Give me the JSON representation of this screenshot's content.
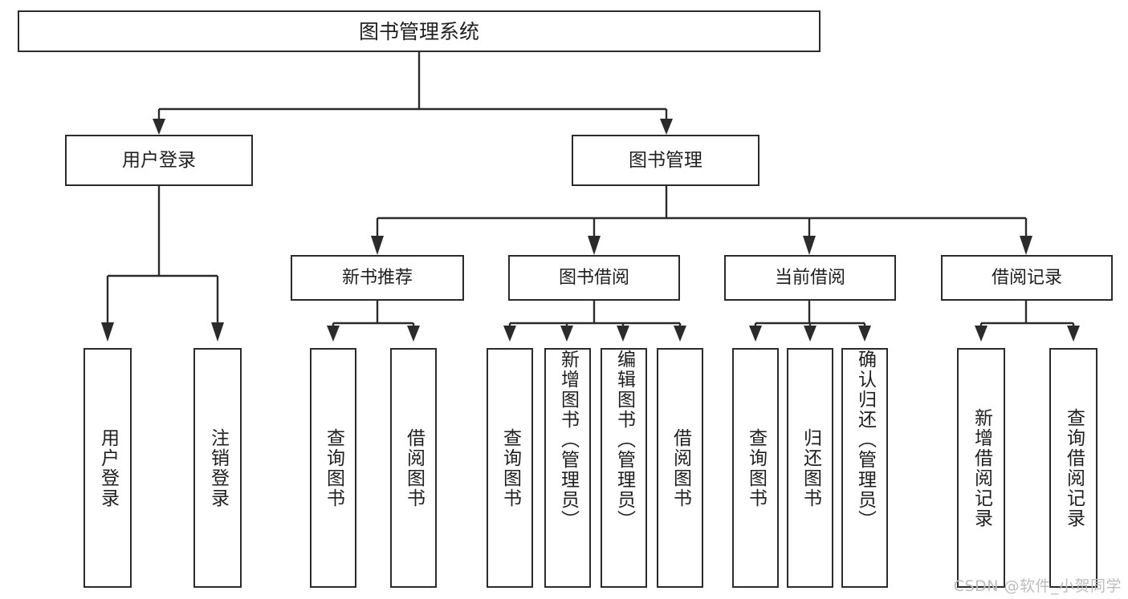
{
  "diagram": {
    "title": "图书管理系统",
    "type": "tree-hierarchy-chart",
    "root": {
      "label": "图书管理系统"
    },
    "level2": [
      {
        "label": "用户登录"
      },
      {
        "label": "图书管理"
      }
    ],
    "level3": [
      {
        "label": "新书推荐"
      },
      {
        "label": "图书借阅"
      },
      {
        "label": "当前借阅"
      },
      {
        "label": "借阅记录"
      }
    ],
    "leaves": {
      "user_login": [
        {
          "label": "用户登录"
        },
        {
          "label": "注销登录"
        }
      ],
      "new_book_recommend": [
        {
          "label": "查询图书"
        },
        {
          "label": "借阅图书"
        }
      ],
      "book_borrow": [
        {
          "label": "查询图书"
        },
        {
          "label": "新增图书（管理员）"
        },
        {
          "label": "编辑图书（管理员）"
        },
        {
          "label": "借阅图书"
        }
      ],
      "current_borrow": [
        {
          "label": "查询图书"
        },
        {
          "label": "归还图书"
        },
        {
          "label": "确认归还（管理员）"
        }
      ],
      "borrow_record": [
        {
          "label": "新增借阅记录"
        },
        {
          "label": "查询借阅记录"
        }
      ]
    }
  },
  "watermark": {
    "text": "CSDN @软件_小贺同学"
  },
  "colors": {
    "stroke": "#2b2b2b",
    "background": "#ffffff",
    "text": "#1f1f1f",
    "watermark": "#bdbdbd"
  }
}
